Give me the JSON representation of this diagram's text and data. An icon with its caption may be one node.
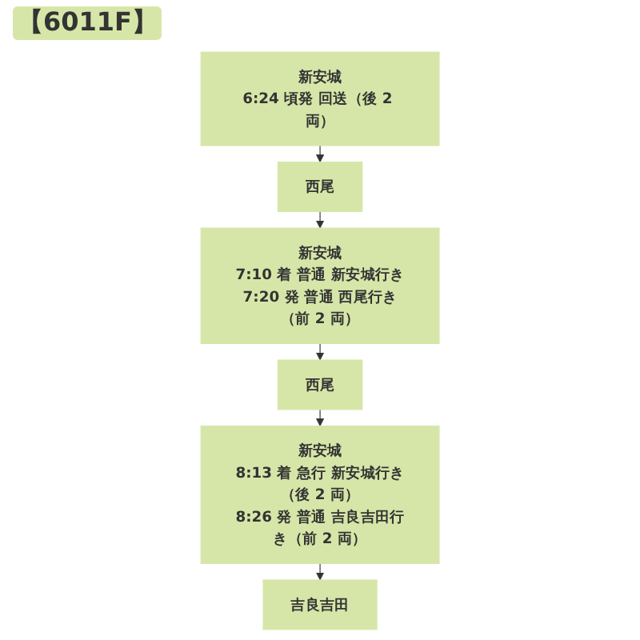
{
  "diagram": {
    "title": "【6011F】",
    "nodes": [
      {
        "text": [
          "新安城",
          "6:24 頃発 回送（後 2 両）"
        ]
      },
      {
        "text": [
          "西尾"
        ]
      },
      {
        "text": [
          "新安城",
          "7:10 着 普通 新安城行き",
          "7:20 発 普通 西尾行き（前 2 両）"
        ]
      },
      {
        "text": [
          "西尾"
        ]
      },
      {
        "text": [
          "新安城",
          "8:13 着 急行 新安城行き（後 2 両）",
          "8:26 発 普通 吉良吉田行き（前 2 両）"
        ]
      },
      {
        "text": [
          "吉良吉田"
        ]
      }
    ],
    "edges": [
      {
        "from": 0,
        "to": 1,
        "arrow": "to"
      },
      {
        "from": 1,
        "to": 2,
        "arrow": "to"
      },
      {
        "from": 2,
        "to": 3,
        "arrow": "to"
      },
      {
        "from": 3,
        "to": 4,
        "arrow": "to"
      },
      {
        "from": 4,
        "to": 5,
        "arrow": "to"
      }
    ]
  }
}
